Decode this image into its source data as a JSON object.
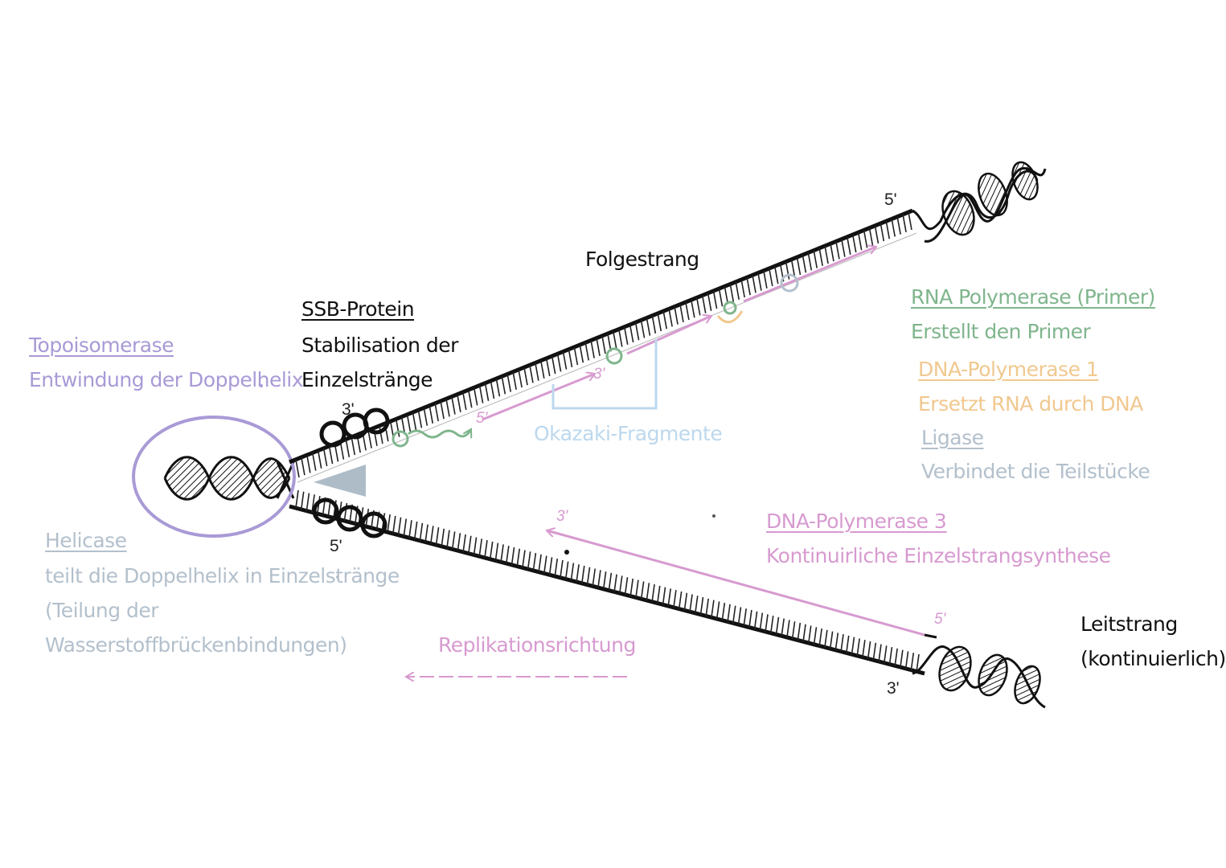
{
  "colors": {
    "purple": "#a99ad6",
    "pink": "#d79ad0",
    "green": "#7fb58c",
    "orange": "#f1c88f",
    "blue": "#bcd8ee",
    "grey_blue": "#b3c0cc",
    "black": "#111111",
    "helicase_triangle": "#aebcc8"
  },
  "labels": {
    "folgestrang": "Folgestrang",
    "ssb_title": "SSB-Protein",
    "ssb_desc_1": "Stabilisation der",
    "ssb_desc_2": "Einzelstränge",
    "topo_title": "Topoisomerase",
    "topo_desc": "Entwindung der Doppelhelix",
    "helicase_title": "Helicase",
    "helicase_desc_1": "teilt die Doppelhelix in Einzelstränge",
    "helicase_desc_2": "(Teilung der",
    "helicase_desc_3": "Wasserstoffbrückenbindungen)",
    "okazaki": "Okazaki-Fragmente",
    "rna_pol_title": "RNA Polymerase (Primer)",
    "rna_pol_desc": "Erstellt den Primer",
    "dna_pol1_title": "DNA-Polymerase 1",
    "dna_pol1_desc": "Ersetzt RNA durch DNA",
    "ligase_title": "Ligase",
    "ligase_desc": "Verbindet die Teilstücke",
    "dna_pol3_title": "DNA-Polymerase 3",
    "dna_pol3_desc": "Kontinuirliche Einzelstrangsynthese",
    "replikation": "Replikationsrichtung",
    "leitstrang_1": "Leitstrang",
    "leitstrang_2": "(kontinuierlich)"
  },
  "strand_ends": {
    "top_right": "5'",
    "top_left": "3'",
    "bottom_left": "5'",
    "bottom_right": "3'",
    "primer_3": "3'",
    "primer_5": "5'",
    "pol3_3": "3'",
    "pol3_5": "5'"
  }
}
